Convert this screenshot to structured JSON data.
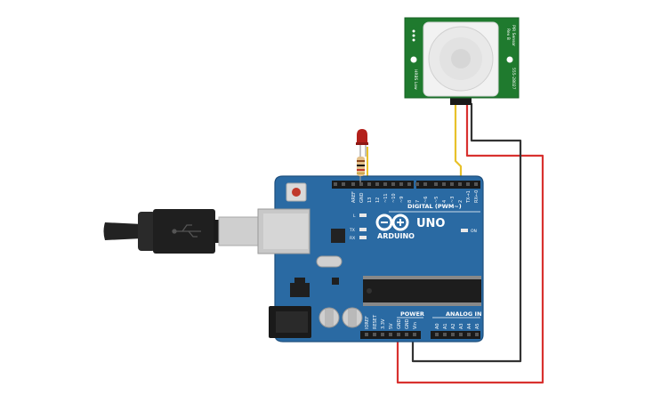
{
  "board": {
    "brand": "ARDUINO",
    "model": "UNO",
    "digital_header": "DIGITAL (PWM~)",
    "power_header": "POWER",
    "analog_header": "ANALOG IN",
    "on_label": "ON",
    "led_labels": [
      "L",
      "TX",
      "RX"
    ],
    "digital_pins": [
      "AREF",
      "GND",
      "13",
      "12",
      "~11",
      "~10",
      "~9",
      "8",
      "7",
      "~6",
      "~5",
      "4",
      "~3",
      "2",
      "TX→1",
      "RX←0"
    ],
    "power_pins": [
      "IOREF",
      "RESET",
      "3.3V",
      "5V",
      "GND",
      "GND",
      "Vin"
    ],
    "analog_pins": [
      "A0",
      "A1",
      "A2",
      "A3",
      "A4",
      "A5"
    ]
  },
  "pir": {
    "left_text": "HRBS Low",
    "right_text_a": "PIR Sensor",
    "right_text_b": "Rev B",
    "right_text_c": "555-28027"
  },
  "colors": {
    "board": "#2a6aa3",
    "board_edge": "#1d4f7e",
    "pcb_green": "#1f7a2e",
    "wire_red": "#d8312f",
    "wire_black": "#333333",
    "wire_yellow": "#e8c12a",
    "led_red": "#b3201b"
  }
}
